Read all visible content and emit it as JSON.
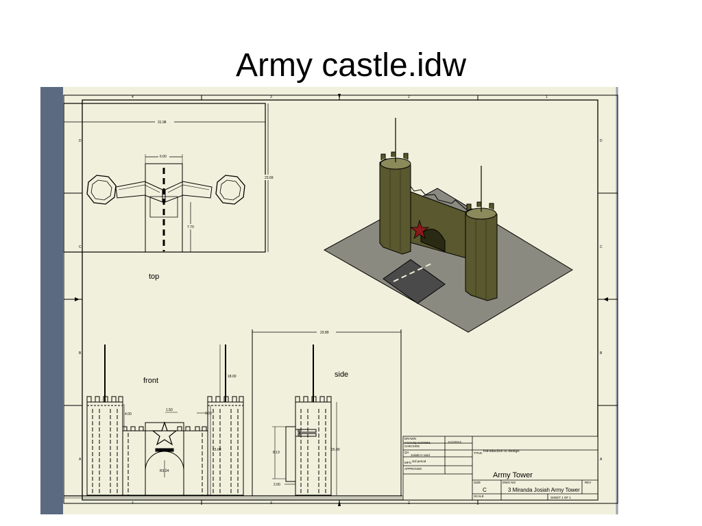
{
  "title": "Army castle.idw",
  "colors": {
    "sheet": "#f0f0dc",
    "side_bar": "#5b6a80",
    "castle_wall": "#59582e",
    "castle_dark": "#3d3c1e",
    "base_plate": "#8a8a80",
    "road": "#4a4a4a",
    "star": "#8b1a1a"
  },
  "zones": {
    "top": [
      "4",
      "3",
      "2",
      "1"
    ],
    "bottom": [
      "4",
      "3",
      "2"
    ],
    "side": [
      "D",
      "C",
      "B",
      "A"
    ]
  },
  "views": {
    "top": "top",
    "front": "front",
    "side": "side"
  },
  "dimensions": {
    "top_overall_width": "31.98",
    "top_overall_height": "23.69",
    "top_gate_width": "6.00",
    "top_gate_depth": "7.70",
    "side_width": "23.89",
    "front_tower_height": "18.00",
    "front_battlement": "4.00",
    "front_gap_a": "1.50",
    "front_gap_b": "1.03",
    "front_tower_body": "15.00",
    "front_arch_radius": "R3.24",
    "side_height": "15.00",
    "side_wall_height": "8.13",
    "side_offset": "2.00"
  },
  "title_block": {
    "drawn_label": "DRAWN",
    "drawn_by": "mirandajosiah0991",
    "drawn_date": "11/1/2013",
    "checked_label": "CHECKED",
    "checked_by": "Josiah H rand",
    "qa_label": "QA",
    "mfg_label": "MFG",
    "mfg_value": "3rd period",
    "approved_label": "APPROVED",
    "course": "Introduction to design",
    "title_label": "TITLE",
    "title": "Army Tower",
    "size_label": "SIZE",
    "size": "C",
    "dwg_no_label": "DWG NO",
    "dwg_no": "3 Miranda Josiah Army Tower",
    "rev_label": "REV",
    "scale_label": "SCALE",
    "sheet": "SHEET 1  OF 1"
  }
}
